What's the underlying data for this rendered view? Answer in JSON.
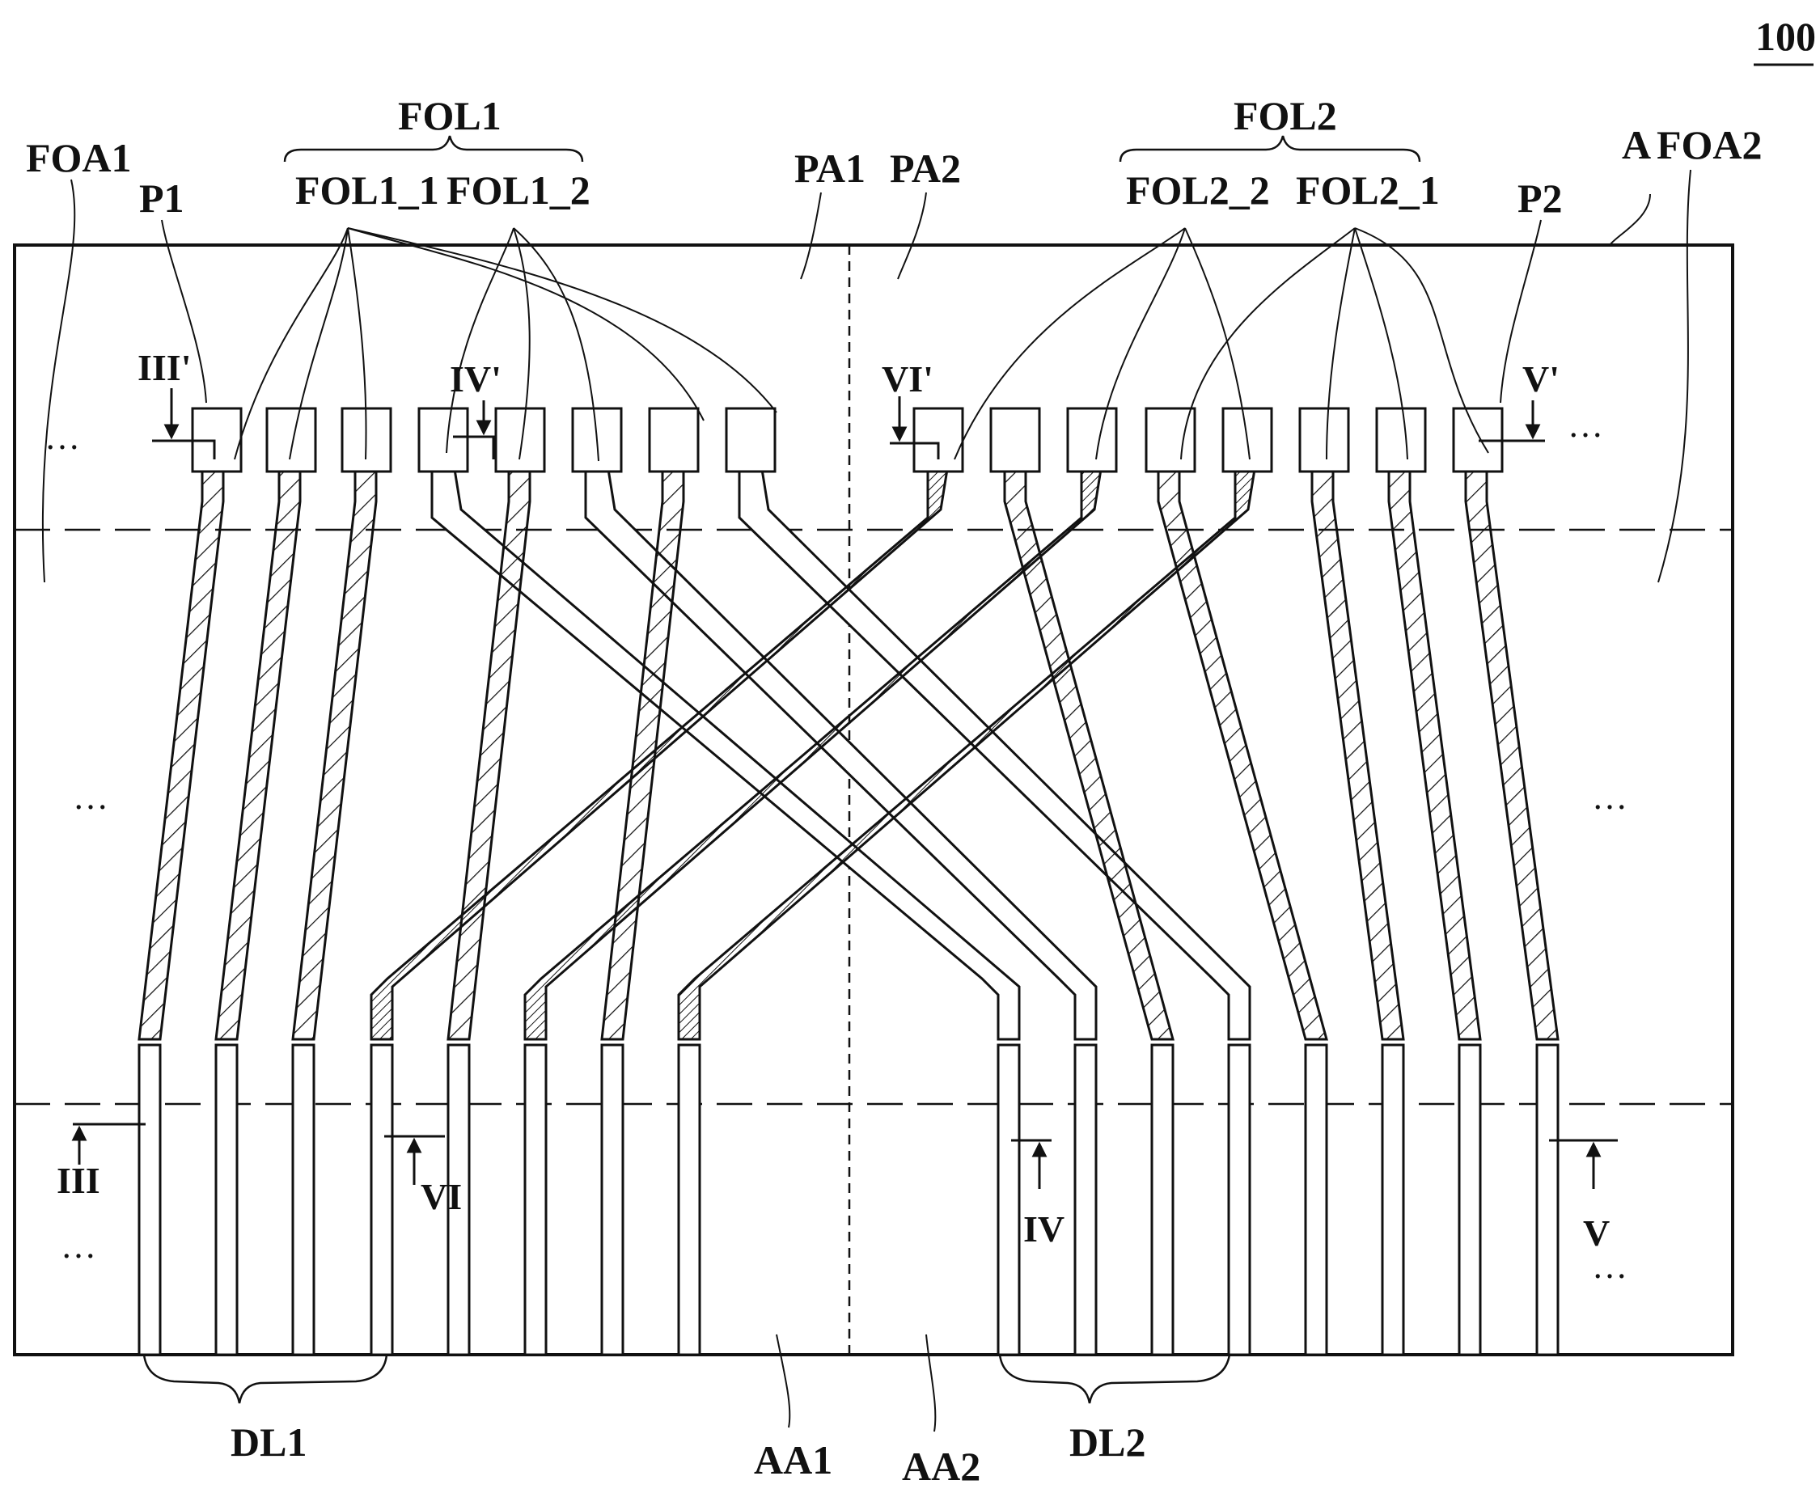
{
  "figure_number": "100",
  "colors": {
    "ink": "#111111",
    "paper": "#ffffff"
  },
  "labels": {
    "FOA1": "FOA1",
    "FOA2": "FOA2",
    "P1": "P1",
    "P2": "P2",
    "FOL1": "FOL1",
    "FOL1_1": "FOL1_1",
    "FOL1_2": "FOL1_2",
    "FOL2": "FOL2",
    "FOL2_1": "FOL2_1",
    "FOL2_2": "FOL2_2",
    "PA1": "PA1",
    "PA2": "PA2",
    "A": "A",
    "AA1": "AA1",
    "AA2": "AA2",
    "DL1": "DL1",
    "DL2": "DL2"
  },
  "sections": {
    "III_top": "III'",
    "III_bottom": "III",
    "IV_top": "IV'",
    "IV_bottom": "IV",
    "V_top": "V'",
    "V_bottom": "V",
    "VI_top": "VI'",
    "VI_bottom": "VI"
  },
  "ellipsis": "…"
}
